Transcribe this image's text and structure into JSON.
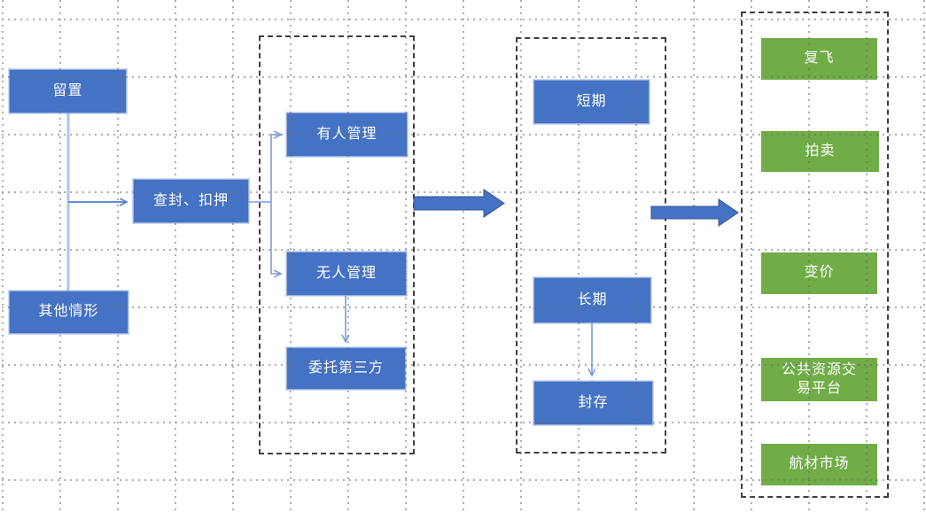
{
  "diagram": {
    "nodes": {
      "retention": {
        "label": "留置"
      },
      "other_cases": {
        "label": "其他情形"
      },
      "seizure": {
        "label": "查封、扣押"
      },
      "manned": {
        "label": "有人管理"
      },
      "unmanned": {
        "label": "无人管理"
      },
      "third_party": {
        "label": "委托第三方"
      },
      "short_term": {
        "label": "短期"
      },
      "long_term": {
        "label": "长期"
      },
      "sealed": {
        "label": "封存"
      },
      "refly": {
        "label": "复飞"
      },
      "auction": {
        "label": "拍卖"
      },
      "reprice": {
        "label": "变价"
      },
      "public_platform": {
        "label": "公共资源交易平台"
      },
      "aviation_market": {
        "label": "航材市场"
      }
    },
    "colors": {
      "node_blue": "#4472C4",
      "node_green": "#70AD47",
      "big_arrow_fill": "#4472C4",
      "big_arrow_border": "#2F5597",
      "connector_light": "#AEC6E8",
      "connector_mid": "#7C9DDB",
      "connector_strong": "#4F7ECB",
      "group_border": "#3F3F3F",
      "grid_dot": "#6E6E6E"
    }
  }
}
